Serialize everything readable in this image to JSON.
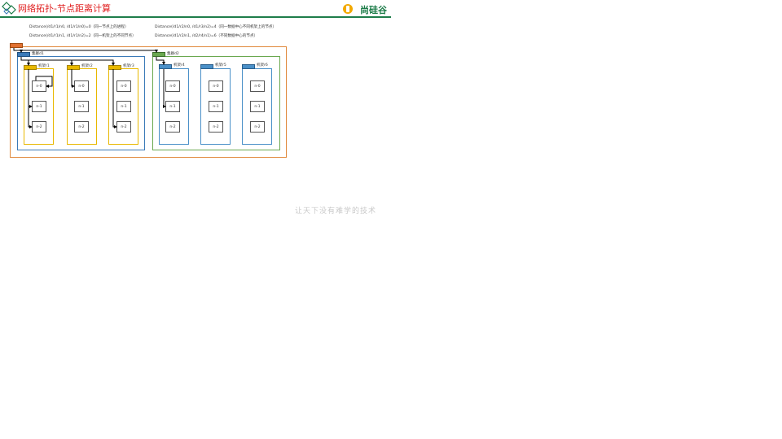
{
  "header": {
    "title": "网络拓扑-节点距离计算",
    "brand": "尚硅谷"
  },
  "formulas": [
    "Distance(/d1/r1/n0, /d1/r1/n0)=0（同一节点上的进程）",
    "Distance(/d1/r1/n1, /d1/r1/n2)=2（同一机架上的不同节点）",
    "Distance(/d1/r2/n0, /d1/r3/n2)=4（同一数据中心不同机架上的节点）",
    "Distance(/d1/r2/n1, /d2/r4/n1)=6（不同数据中心的节点）"
  ],
  "diagram": {
    "datacenters": [
      {
        "label": "集群d1",
        "racks": [
          {
            "label": "机架r1",
            "nodes": [
              "n-0",
              "n-1",
              "n-2"
            ]
          },
          {
            "label": "机架r2",
            "nodes": [
              "n-0",
              "n-1",
              "n-2"
            ]
          },
          {
            "label": "机架r3",
            "nodes": [
              "n-0",
              "n-1",
              "n-2"
            ]
          }
        ]
      },
      {
        "label": "集群d2",
        "racks": [
          {
            "label": "机架r4",
            "nodes": [
              "n-0",
              "n-1",
              "n-2"
            ]
          },
          {
            "label": "机架r5",
            "nodes": [
              "n-0",
              "n-1",
              "n-2"
            ]
          },
          {
            "label": "机架r6",
            "nodes": [
              "n-0",
              "n-1",
              "n-2"
            ]
          }
        ]
      }
    ],
    "colors": {
      "outer": "#e0883a",
      "d1": "#3b7ab8",
      "d2": "#6aa84f",
      "rack_d1": "#e8b800",
      "rack_d2": "#4a90c8",
      "root_tab": "#e07030"
    }
  },
  "watermark": "让天下没有难学的技术"
}
